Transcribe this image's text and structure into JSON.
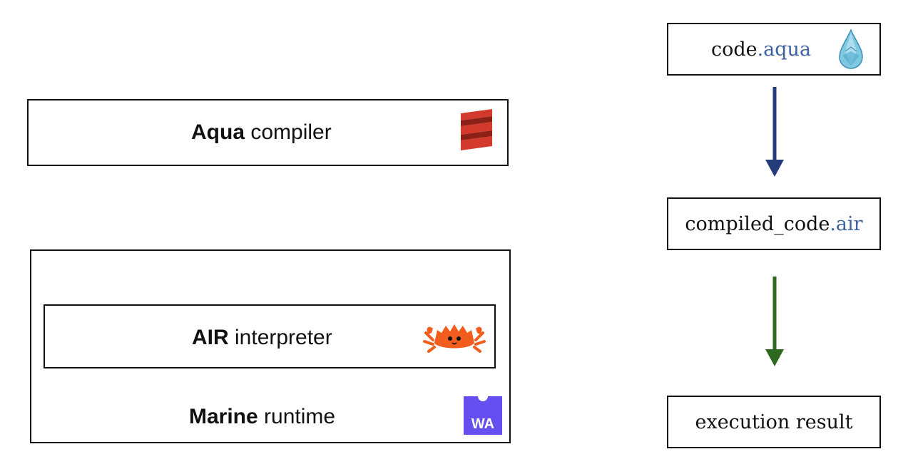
{
  "left": {
    "aqua_compiler": {
      "bold": "Aqua",
      "rest": " compiler",
      "icon": "scala-icon"
    },
    "marine_runtime": {
      "bold": "Marine",
      "rest": " runtime",
      "icon": "webassembly-icon",
      "badge_text": "WA",
      "air_interpreter": {
        "bold": "AIR",
        "rest": " interpreter",
        "icon": "ferris-crab-icon"
      }
    }
  },
  "pipeline": {
    "source": {
      "name": "code",
      "ext": ".aqua",
      "icon": "aquamarine-gem-icon"
    },
    "compiled": {
      "name": "compiled_code",
      "ext": ".air"
    },
    "result": {
      "label": "execution result"
    },
    "arrows": [
      {
        "name": "compile-arrow",
        "color": "#243c7a"
      },
      {
        "name": "execute-arrow",
        "color": "#2d6a1f"
      }
    ]
  },
  "colors": {
    "accent": "#3b62a3",
    "scala_red": "#d33a2c",
    "wasm_purple": "#654ff0",
    "crab_orange": "#f25c1d"
  }
}
